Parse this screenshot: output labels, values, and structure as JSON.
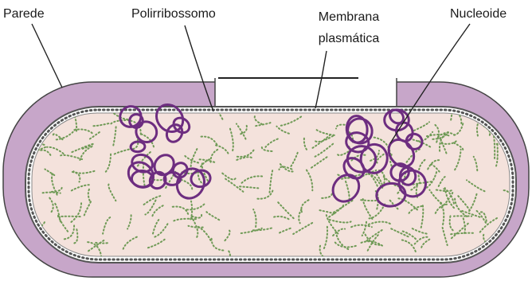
{
  "labels": {
    "wall": "Parede",
    "polyribosome": "Polirribossomo",
    "membrane_line1": "Membrana",
    "membrane_line2": "plasmática",
    "nucleoid": "Nucleoide"
  },
  "colors": {
    "wall": "#c7a6c9",
    "wall_outline": "#444444",
    "cytoplasm": "#f4e2dc",
    "ribosome": "#6f9a56",
    "nucleoid": "#6d2d80",
    "membrane": "#555555"
  }
}
